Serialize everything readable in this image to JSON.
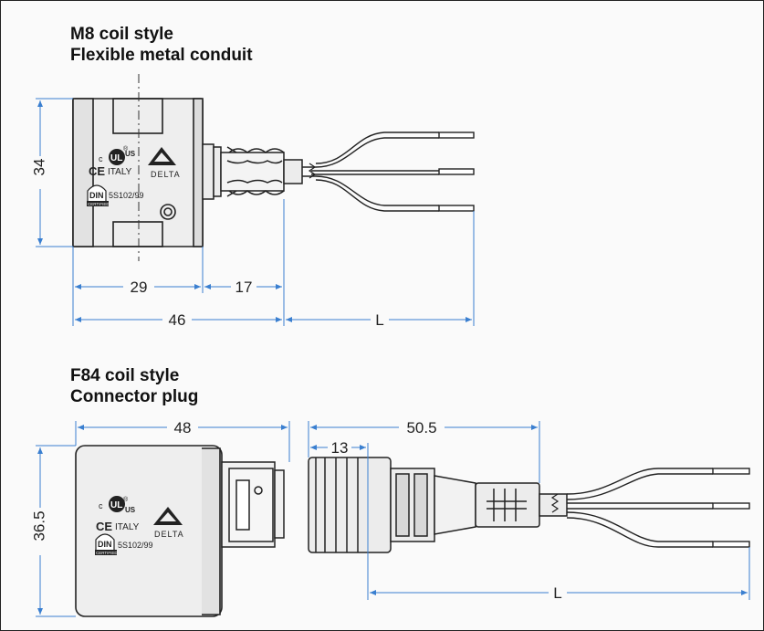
{
  "m8": {
    "title_line1": "M8 coil style",
    "title_line2": "Flexible metal conduit",
    "dim_height": "34",
    "dim_body": "29",
    "dim_conduit": "17",
    "dim_total": "46",
    "dim_lead": "L"
  },
  "f84": {
    "title_line1": "F84 coil style",
    "title_line2": "Connector plug",
    "dim_width": "48",
    "dim_height": "36.5",
    "dim_plug": "50.5",
    "dim_nut": "13",
    "dim_lead": "L"
  },
  "marks": {
    "ul_c": "c",
    "ul_us": "US",
    "ul_reg": "®",
    "ce": "CE",
    "italy": "ITALY",
    "delta": "DELTA",
    "din": "DIN",
    "certified": "CERTIFIED",
    "din_code": "5S102/99"
  },
  "colors": {
    "dimension_line": "#3a7fd0",
    "outline": "#222222",
    "body_fill": "#eeeeee"
  }
}
